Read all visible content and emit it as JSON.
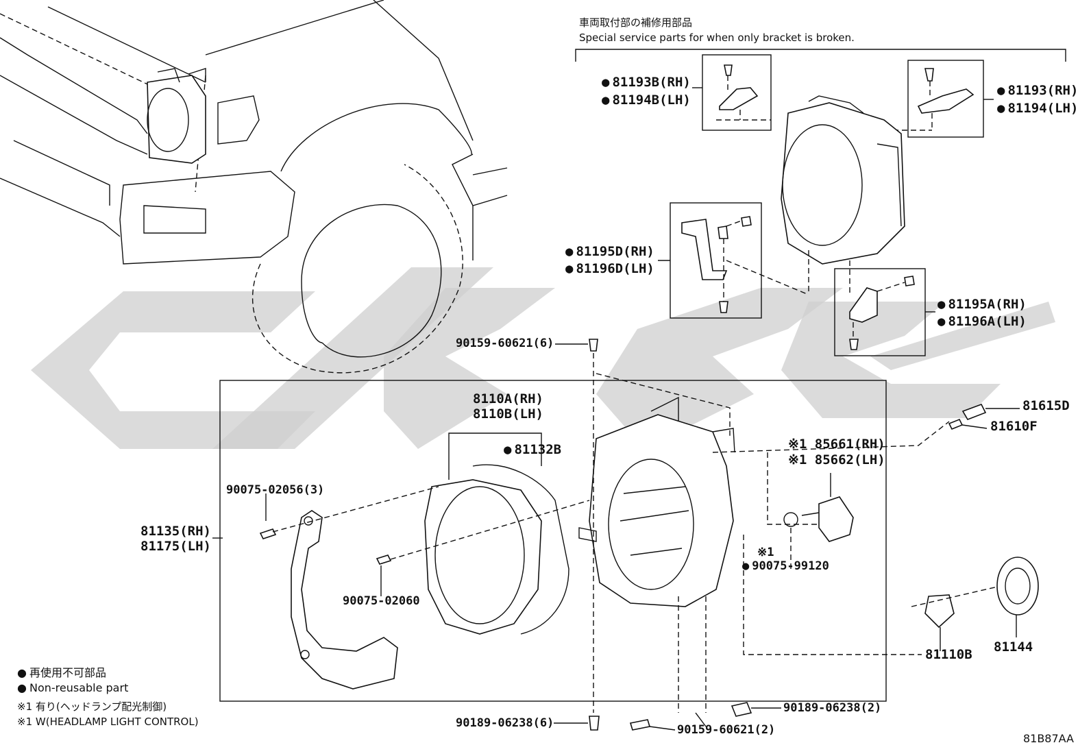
{
  "header": {
    "jp": "車両取付部の補修用部品",
    "en": "Special service parts for when only bracket is broken."
  },
  "labels": {
    "p81193B": "81193B(RH)",
    "p81194B": "81194B(LH)",
    "p81193": "81193(RH)",
    "p81194": "81194(LH)",
    "p81195D": "81195D(RH)",
    "p81196D": "81196D(LH)",
    "p81195A": "81195A(RH)",
    "p81196A": "81196A(LH)",
    "p90159_top": "90159-60621(6)",
    "p81615D": "81615D",
    "p81610F": "81610F",
    "p8110A": "8110A(RH)",
    "p8110B": "8110B(LH)",
    "p81132B": "81132B",
    "p85661": "※1 85661(RH)",
    "p85662": "※1 85662(LH)",
    "p90075_02056": "90075-02056(3)",
    "p81135": "81135(RH)",
    "p81175": "81175(LH)",
    "p90075_02060": "90075-02060",
    "star1": "※1",
    "p90075_99120": "90075-99120",
    "p81110B": "81110B",
    "p81144": "81144",
    "p90189_left": "90189-06238(6)",
    "p90189_right": "90189-06238(2)",
    "p90159_bottom": "90159-60621(2)"
  },
  "legend": {
    "jp_nonreusable": "再使用不可部品",
    "en_nonreusable": "Non-reusable part",
    "jp_note": "※1 有り(ヘッドランプ配光制御)",
    "en_note": "※1 W(HEADLAMP LIGHT CONTROL)"
  },
  "diagram_code": "81B87AA"
}
